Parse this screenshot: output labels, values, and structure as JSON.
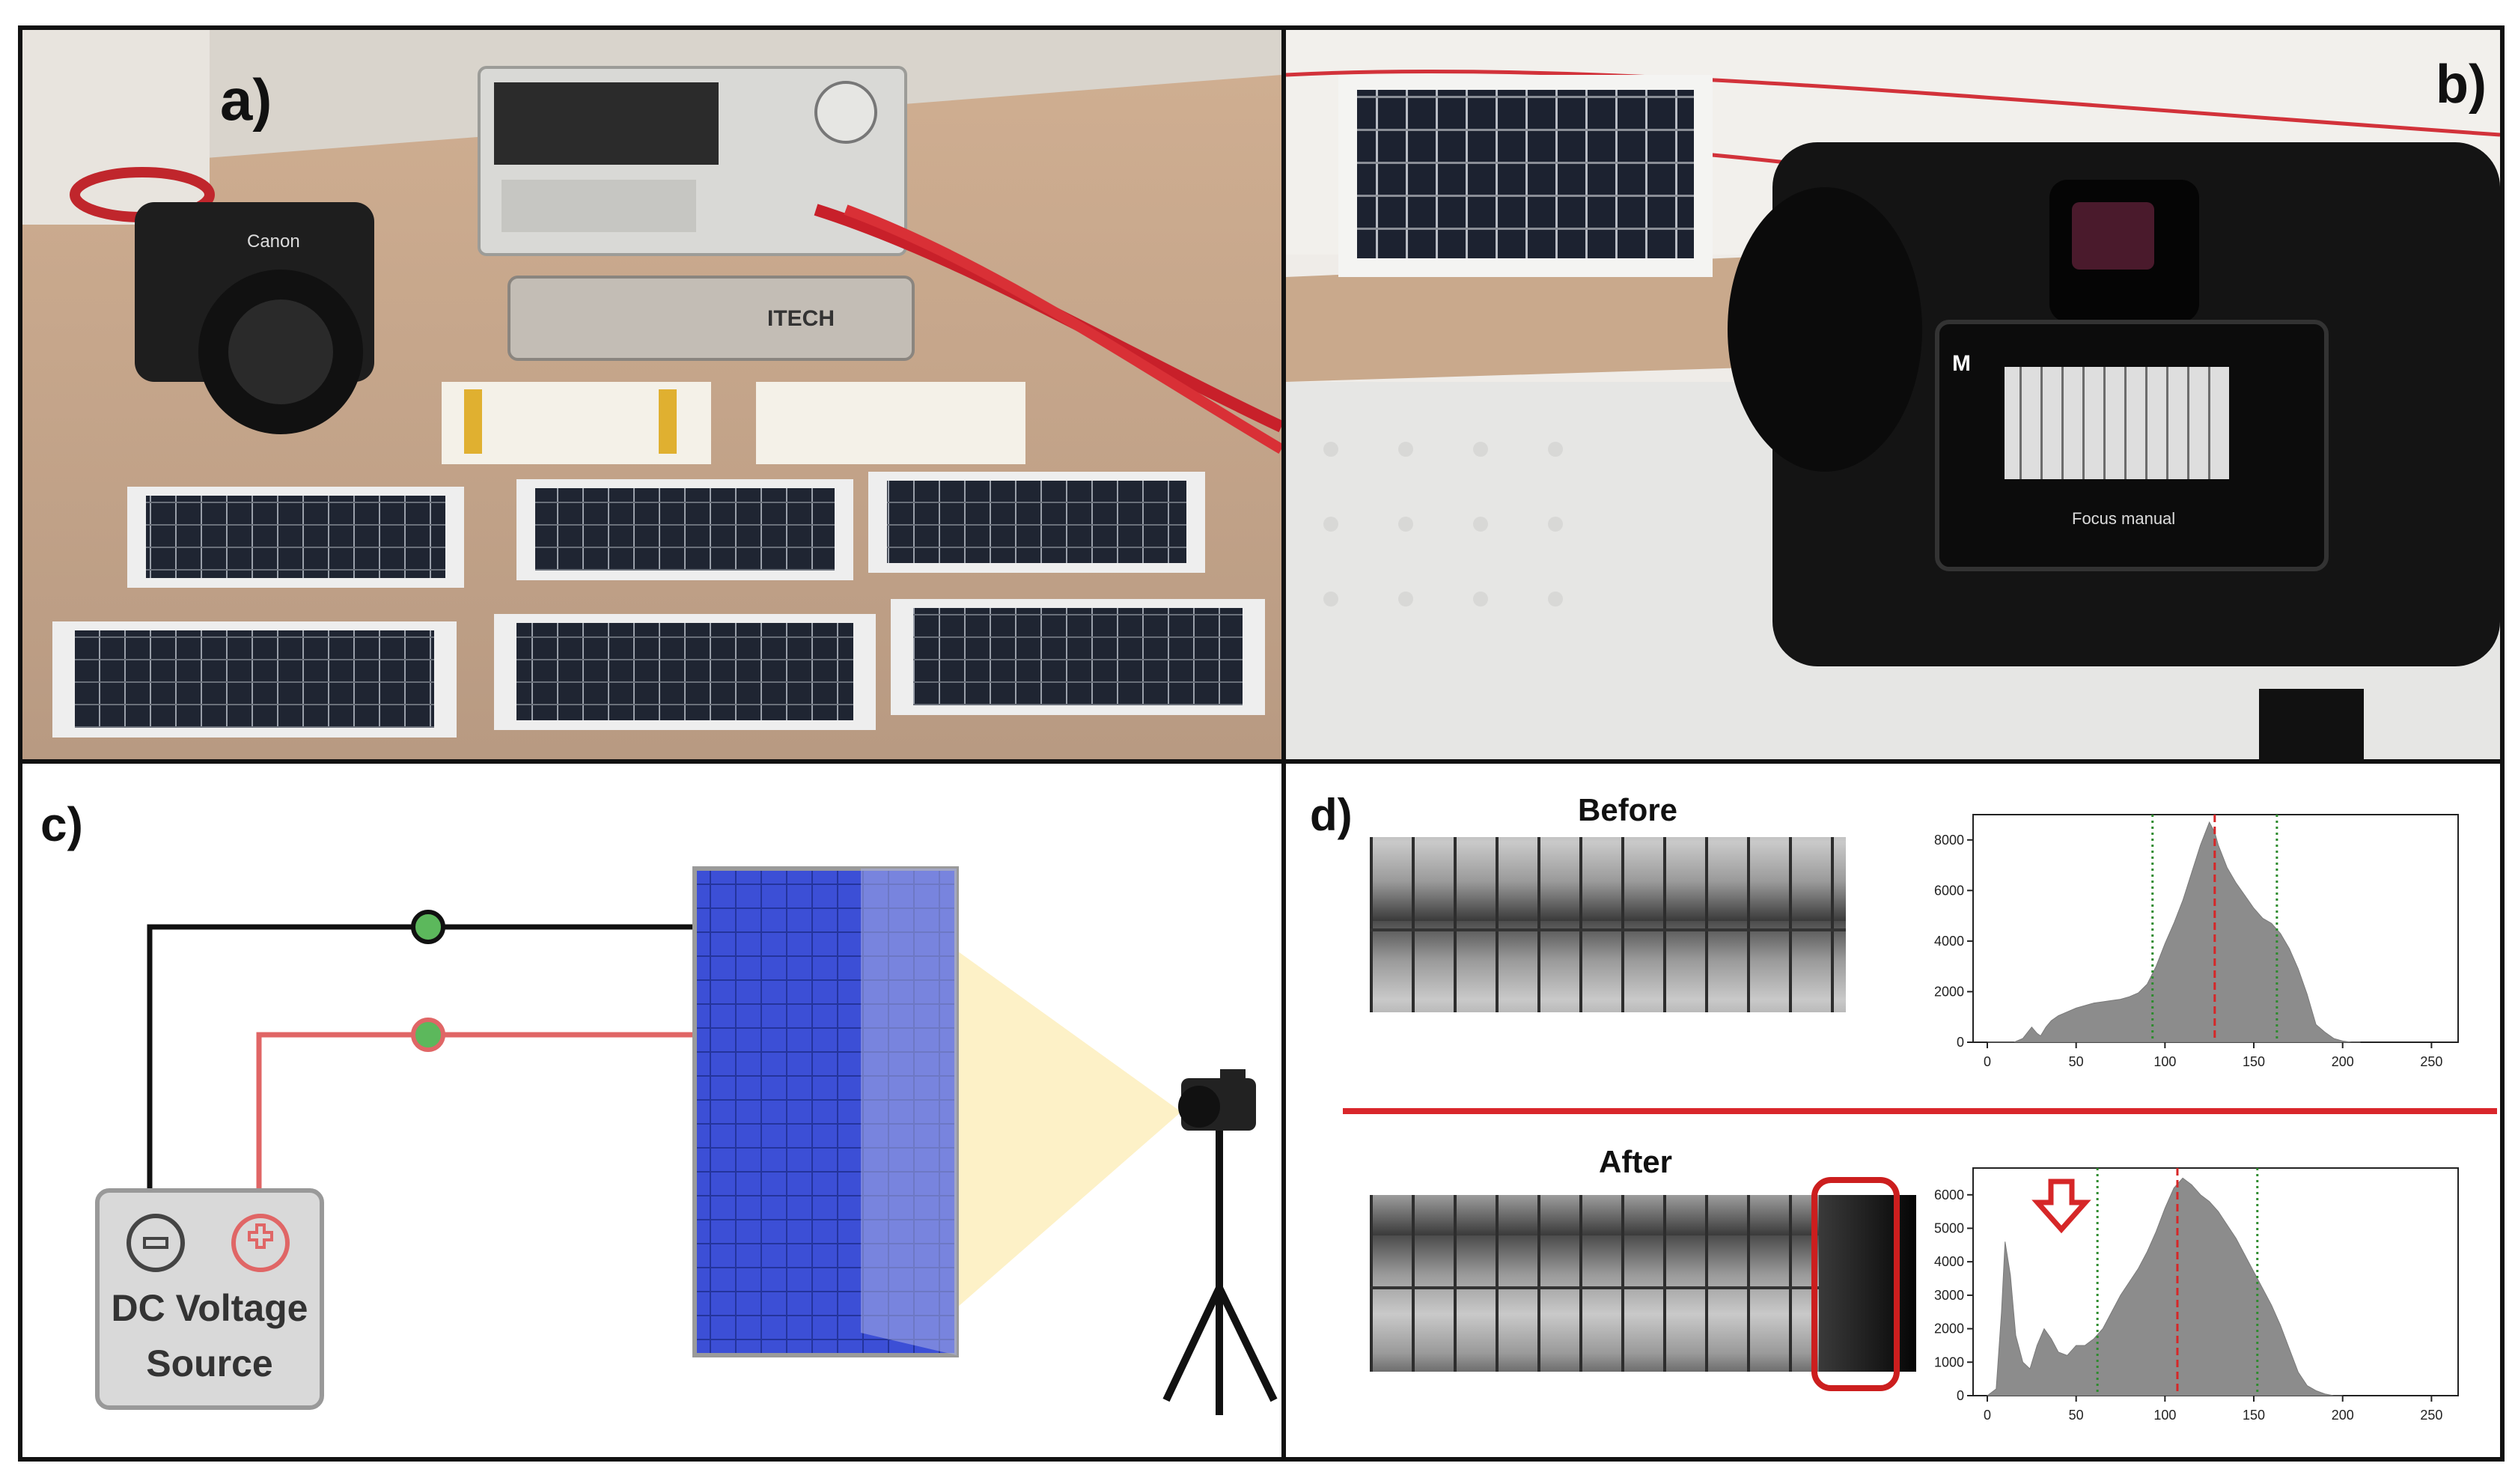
{
  "panels": {
    "a": {
      "label": "a)"
    },
    "b": {
      "label": "b)"
    },
    "c": {
      "label": "c)"
    },
    "d": {
      "label": "d)"
    }
  },
  "photo_a": {
    "brand_logo": "ITECH",
    "camera_brand": "Canon",
    "solar_panel_count": 6
  },
  "photo_b": {
    "camera_screen_mode": "M",
    "camera_screen_text": "Focus manual"
  },
  "diagram_c": {
    "source_line1": "DC Voltage",
    "source_line2": "Source",
    "negative_symbol": "−",
    "positive_symbol": "+",
    "colors": {
      "wire_negative": "#111111",
      "wire_positive": "#e06666",
      "node": "#5cb85c",
      "panel": "#3c4fd6",
      "light_cone": "#fdf1c7"
    }
  },
  "panel_d": {
    "before_label": "Before",
    "after_label": "After",
    "divider_color": "#d9262b",
    "highlight_color": "#cc1e1e",
    "chart_data": [
      {
        "type": "area",
        "title": "",
        "x_ticks": [
          0,
          50,
          100,
          150,
          200,
          250
        ],
        "y_ticks": [
          0,
          2000,
          4000,
          6000,
          8000
        ],
        "xlim": [
          -8,
          265
        ],
        "ylim": [
          0,
          9000
        ],
        "x": [
          0,
          15,
          20,
          25,
          28,
          30,
          33,
          36,
          40,
          45,
          50,
          55,
          60,
          65,
          70,
          75,
          80,
          85,
          90,
          95,
          100,
          105,
          110,
          115,
          120,
          125,
          128,
          130,
          135,
          140,
          145,
          150,
          155,
          160,
          165,
          170,
          175,
          180,
          185,
          190,
          195,
          200,
          205,
          210
        ],
        "values": [
          0,
          0,
          150,
          600,
          350,
          250,
          600,
          850,
          1050,
          1200,
          1350,
          1450,
          1550,
          1600,
          1650,
          1700,
          1800,
          1950,
          2300,
          3000,
          3900,
          4700,
          5600,
          6700,
          7800,
          8700,
          8300,
          7800,
          6900,
          6300,
          5800,
          5300,
          4900,
          4700,
          4300,
          3700,
          2900,
          1900,
          700,
          400,
          150,
          50,
          0,
          0
        ],
        "vlines": [
          {
            "x": 93,
            "color": "#2e8b2e",
            "style": "dotted"
          },
          {
            "x": 128,
            "color": "#d62728",
            "style": "dashed"
          },
          {
            "x": 163,
            "color": "#2e8b2e",
            "style": "dotted"
          }
        ]
      },
      {
        "type": "area",
        "title": "",
        "x_ticks": [
          0,
          50,
          100,
          150,
          200,
          250
        ],
        "y_ticks": [
          0,
          1000,
          2000,
          3000,
          4000,
          5000,
          6000
        ],
        "xlim": [
          -8,
          265
        ],
        "ylim": [
          0,
          6800
        ],
        "x": [
          0,
          5,
          8,
          10,
          13,
          16,
          20,
          24,
          28,
          32,
          36,
          40,
          45,
          50,
          55,
          60,
          65,
          70,
          75,
          80,
          85,
          90,
          95,
          100,
          105,
          110,
          115,
          120,
          125,
          130,
          135,
          140,
          145,
          150,
          155,
          160,
          165,
          170,
          175,
          180,
          185,
          190,
          195,
          200
        ],
        "values": [
          0,
          200,
          2500,
          4600,
          3600,
          1800,
          1000,
          800,
          1500,
          2000,
          1700,
          1300,
          1200,
          1500,
          1500,
          1700,
          2000,
          2500,
          3000,
          3400,
          3800,
          4300,
          4900,
          5600,
          6200,
          6500,
          6300,
          6000,
          5800,
          5500,
          5100,
          4700,
          4200,
          3700,
          3200,
          2700,
          2100,
          1400,
          700,
          300,
          150,
          50,
          0,
          0
        ],
        "vlines": [
          {
            "x": 62,
            "color": "#2e8b2e",
            "style": "dotted"
          },
          {
            "x": 107,
            "color": "#d62728",
            "style": "dashed"
          },
          {
            "x": 152,
            "color": "#2e8b2e",
            "style": "dotted"
          }
        ]
      }
    ]
  }
}
